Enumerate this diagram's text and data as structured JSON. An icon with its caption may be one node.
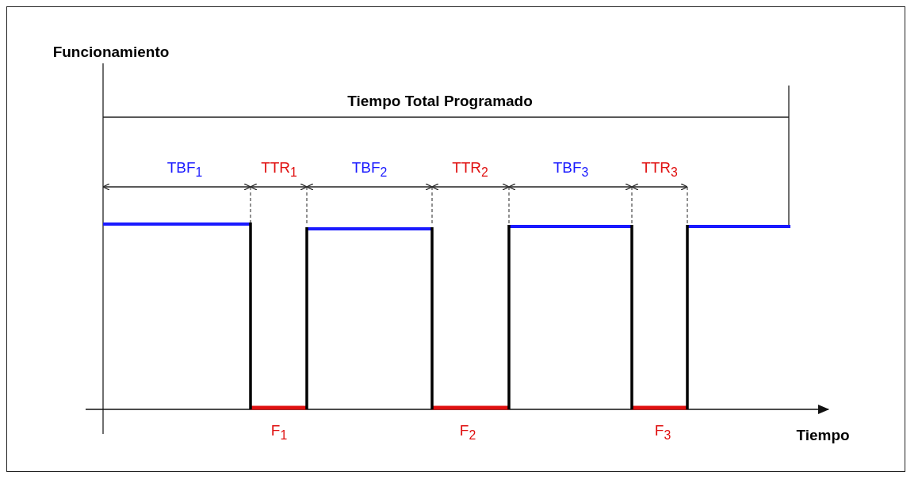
{
  "diagram": {
    "labels": [
      "Funcionamiento",
      "Tiempo Total Programado",
      "TBF$_{1}$",
      "TTR$_{1}$",
      "TBF$_{2}$",
      "TTR$_{2}$",
      "TBF$_{3}$",
      "TTR$_{3}$",
      "F$_{1}$",
      "F$_{2}$",
      "F$_{3}$",
      "Tiempo"
    ]
  }
}
